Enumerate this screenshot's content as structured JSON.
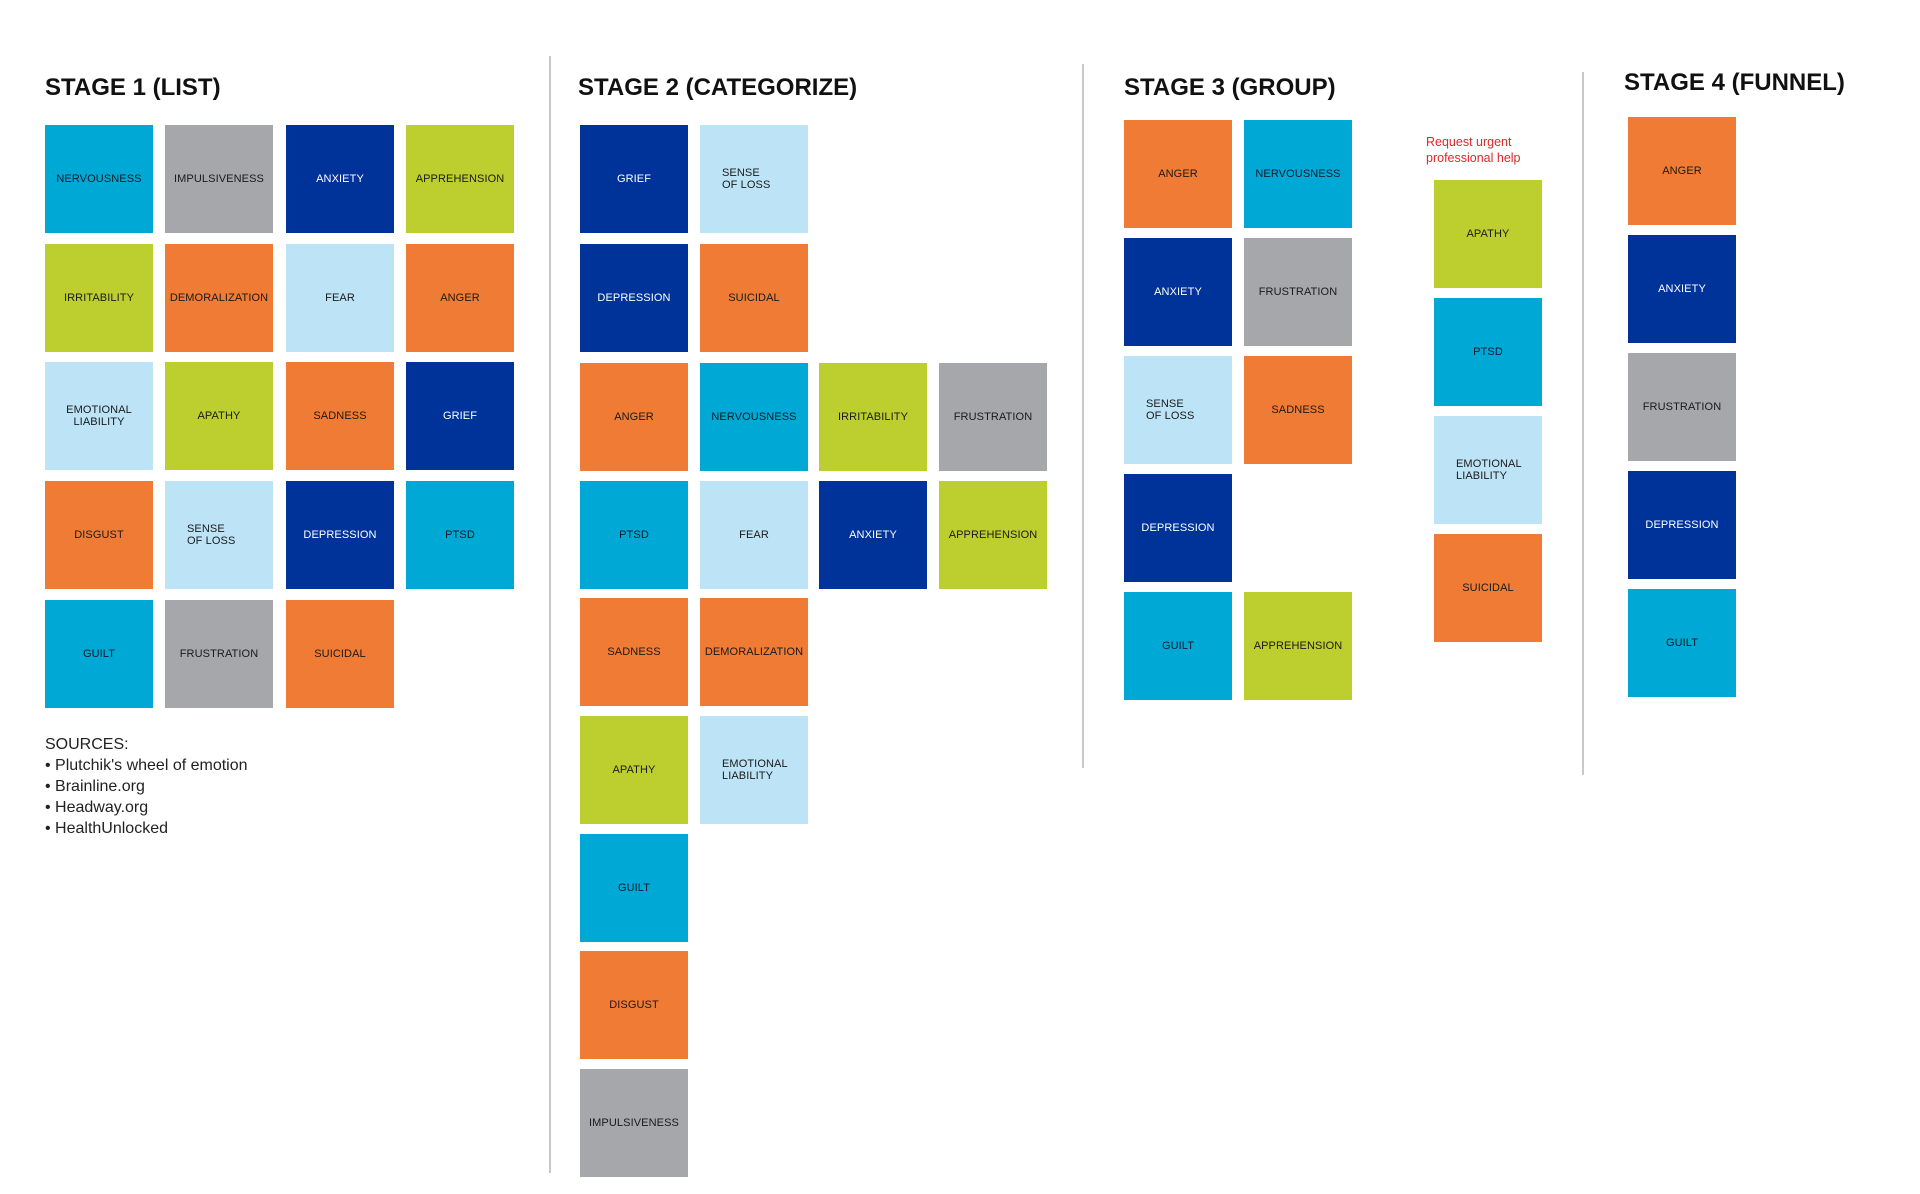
{
  "stages": [
    {
      "title": "STAGE 1 (LIST)"
    },
    {
      "title": "STAGE 2 (CATEGORIZE)"
    },
    {
      "title": "STAGE 3 (GROUP)"
    },
    {
      "title": "STAGE 4 (FUNNEL)"
    }
  ],
  "colors": {
    "cyan": "#00a8d6",
    "grey": "#a5a7aa",
    "navy": "#00339a",
    "lime": "#bccf2f",
    "orange": "#f07b34",
    "light_blue": "#bde4f6",
    "alert_red": "#e0262c"
  },
  "cards": {
    "stage1": [
      "NERVOUSNESS",
      "IMPULSIVENESS",
      "ANXIETY",
      "APPREHENSION",
      "IRRITABILITY",
      "DEMORALIZATION",
      "FEAR",
      "ANGER",
      "EMOTIONAL LIABILITY",
      "APATHY",
      "SADNESS",
      "GRIEF",
      "DISGUST",
      "SENSE OF LOSS",
      "DEPRESSION",
      "PTSD",
      "GUILT",
      "FRUSTRATION",
      "SUICIDAL"
    ],
    "stage2": [
      "GRIEF",
      "SENSE OF LOSS",
      "DEPRESSION",
      "SUICIDAL",
      "ANGER",
      "NERVOUSNESS",
      "IRRITABILITY",
      "FRUSTRATION",
      "PTSD",
      "FEAR",
      "ANXIETY",
      "APPREHENSION",
      "SADNESS",
      "DEMORALIZATION",
      "APATHY",
      "EMOTIONAL LIABILITY",
      "GUILT",
      "DISGUST",
      "IMPULSIVENESS"
    ],
    "stage3": [
      "ANGER",
      "NERVOUSNESS",
      "ANXIETY",
      "FRUSTRATION",
      "SENSE OF LOSS",
      "SADNESS",
      "DEPRESSION",
      "GUILT",
      "APPREHENSION",
      "APATHY",
      "PTSD",
      "EMOTIONAL LIABILITY",
      "SUICIDAL"
    ],
    "stage4": [
      "ANGER",
      "ANXIETY",
      "FRUSTRATION",
      "DEPRESSION",
      "GUILT"
    ]
  },
  "note": "Request urgent professional help",
  "sources": {
    "heading": "SOURCES:",
    "items": [
      "Plutchik's wheel of emotion",
      "Brainline.org",
      "Headway.org",
      "HealthUnlocked"
    ]
  }
}
